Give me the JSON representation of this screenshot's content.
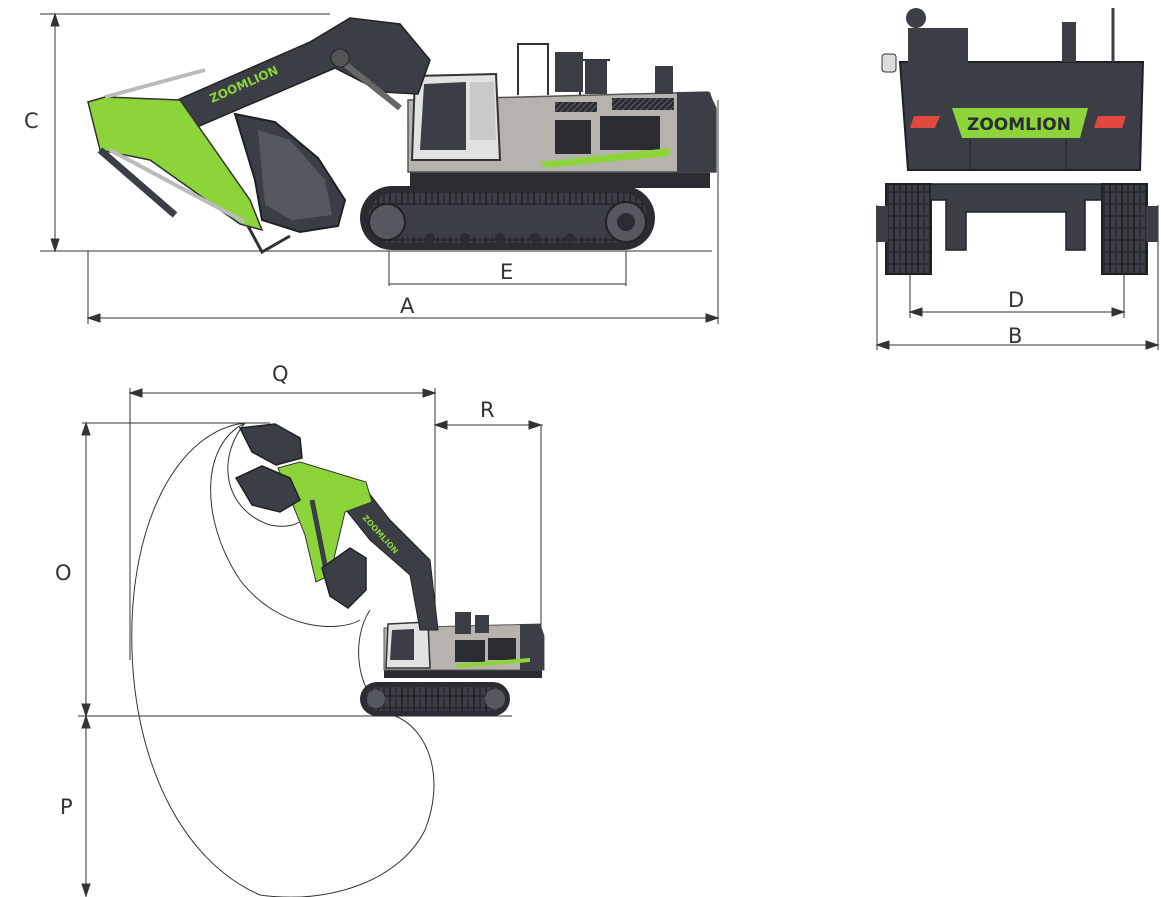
{
  "brand": {
    "name": "ZOOMLION",
    "colors": {
      "green": "#8CD43A",
      "dark": "#3B3E45",
      "darker": "#2A2C31",
      "grey": "#B6B3AF",
      "red": "#E2473F",
      "line": "#333333"
    }
  },
  "dimensions": {
    "A": "A",
    "B": "B",
    "C": "C",
    "D": "D",
    "E": "E",
    "O": "O",
    "P": "P",
    "Q": "Q",
    "R": "R"
  }
}
